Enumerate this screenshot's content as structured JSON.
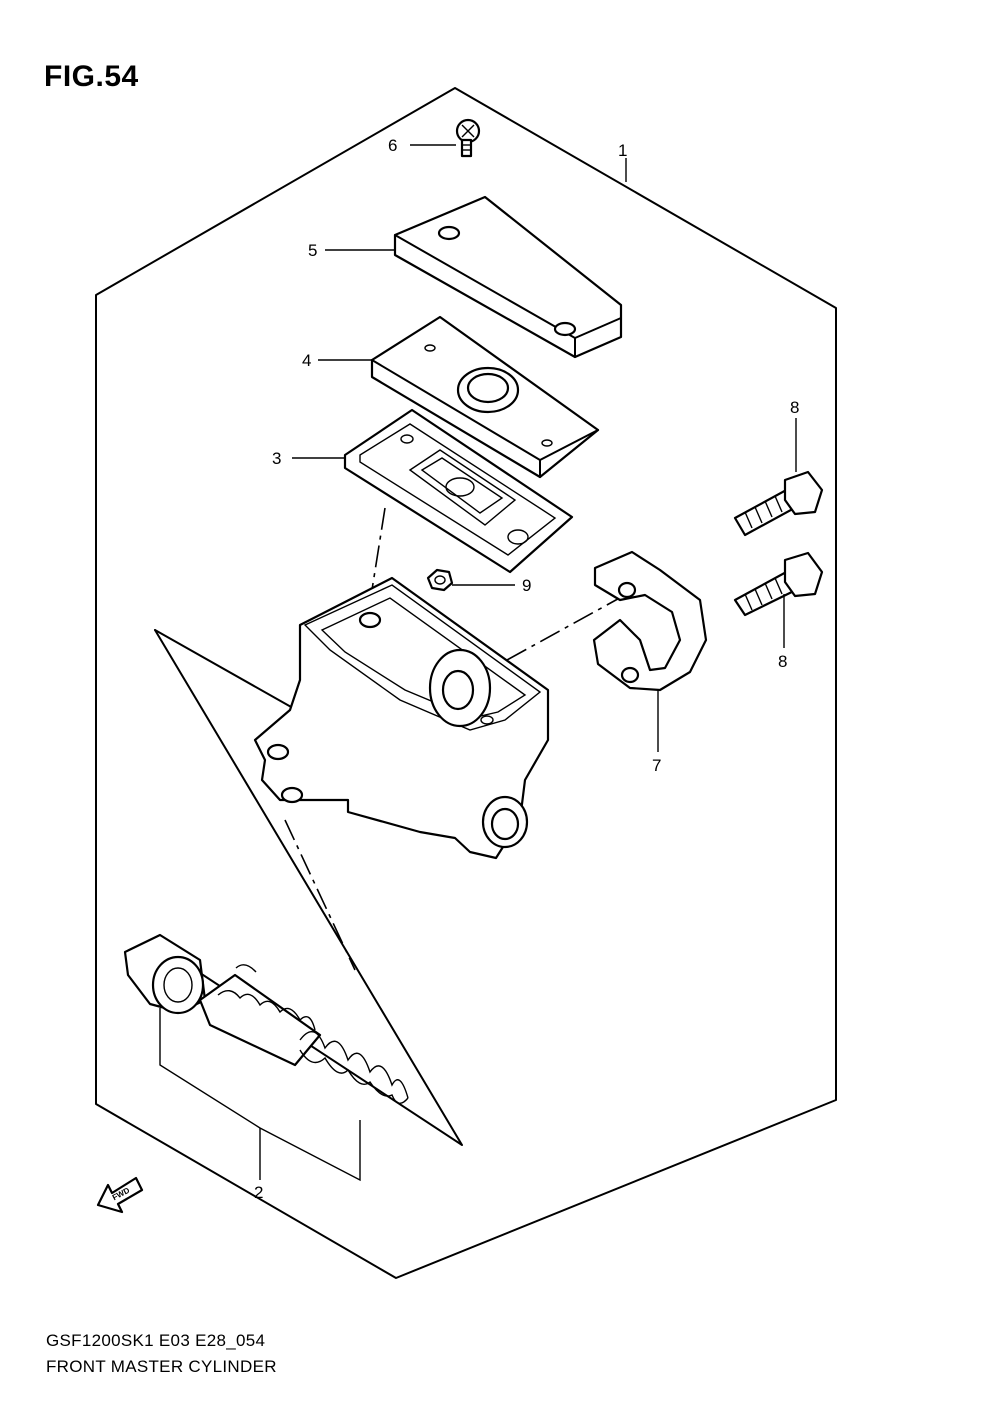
{
  "figure": {
    "title": "FIG.54"
  },
  "footer": {
    "line1": "GSF1200SK1 E03 E28_054",
    "line2": "FRONT MASTER CYLINDER"
  },
  "callouts": [
    {
      "id": "1",
      "label": "1"
    },
    {
      "id": "2",
      "label": "2"
    },
    {
      "id": "3",
      "label": "3"
    },
    {
      "id": "4",
      "label": "4"
    },
    {
      "id": "5",
      "label": "5"
    },
    {
      "id": "6",
      "label": "6"
    },
    {
      "id": "7",
      "label": "7"
    },
    {
      "id": "8a",
      "label": "8"
    },
    {
      "id": "8b",
      "label": "8"
    },
    {
      "id": "9",
      "label": "9"
    }
  ],
  "fwd_marker": {
    "label": "FWD",
    "icon": "fwd-arrow-icon"
  }
}
